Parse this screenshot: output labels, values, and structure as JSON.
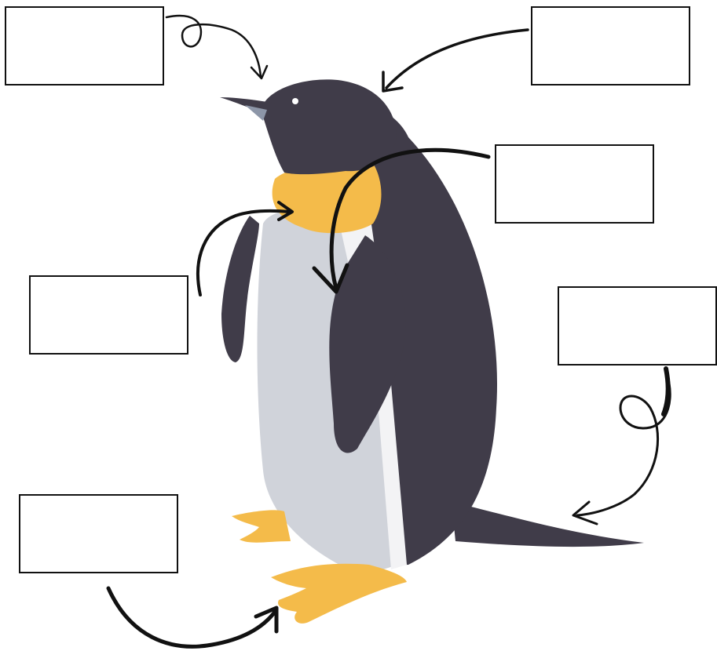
{
  "diagram": {
    "subject": "penguin",
    "colors": {
      "body": "#403c49",
      "belly": "#d0d3da",
      "belly_highlight": "#f3f3f5",
      "yellow": "#f4bb4a",
      "beak_tip": "#8d96a8",
      "arrow": "#111111"
    },
    "labels": [
      {
        "id": "beak",
        "text": ""
      },
      {
        "id": "head",
        "text": ""
      },
      {
        "id": "back",
        "text": ""
      },
      {
        "id": "neck",
        "text": ""
      },
      {
        "id": "tail",
        "text": ""
      },
      {
        "id": "feet",
        "text": ""
      }
    ]
  }
}
